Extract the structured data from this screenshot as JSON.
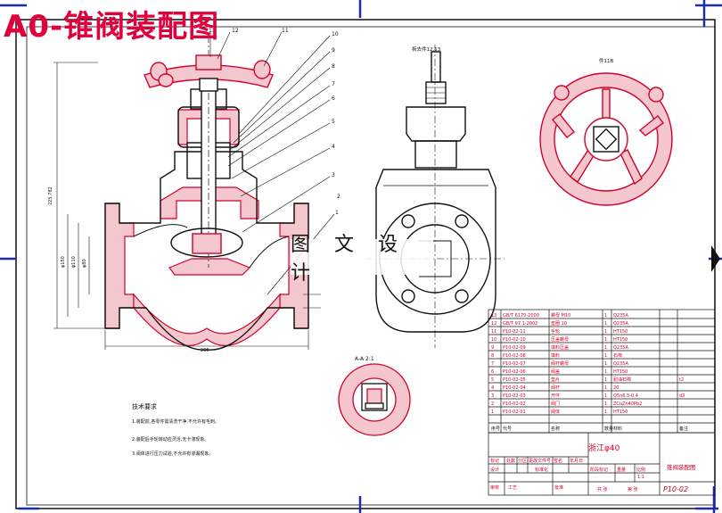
{
  "title_overlay": "A0-锥阀装配图",
  "watermark": "图 文 设 计",
  "colors": {
    "red": "#d4002a",
    "blue": "#1e2aa8",
    "magenta": "#e0003c",
    "line": "#111111"
  },
  "view_labels": {
    "top_note": "拆去件12,13",
    "handwheel_note": "件11B",
    "section_aa": "A-A 2:1"
  },
  "balloons": [
    "1",
    "2",
    "3",
    "4",
    "5",
    "6",
    "7",
    "8",
    "9",
    "10",
    "11",
    "12",
    "13"
  ],
  "dims": {
    "height_total": "225.782",
    "dia1": "φ150",
    "dia2": "φ110",
    "dia3": "φ80",
    "width_bottom": "265"
  },
  "tech_req": {
    "title": "技术要求",
    "lines": [
      "1.装配前,各零件需清洗干净,不允许有毛刺。",
      "2.装配后手轮转动应灵活,无卡滞现象。",
      "3.阀体进行压力试验,不允许有渗漏现象。"
    ]
  },
  "bom": [
    {
      "no": "13",
      "code": "GB/T 6170-2000",
      "name": "螺母 M10",
      "qty": "1",
      "mat": "Q235A",
      "note": ""
    },
    {
      "no": "12",
      "code": "GB/T 97.1-2002",
      "name": "垫圈 10",
      "qty": "1",
      "mat": "Q235A",
      "note": ""
    },
    {
      "no": "11",
      "code": "P10-02-11",
      "name": "手轮",
      "qty": "1",
      "mat": "HT150",
      "note": ""
    },
    {
      "no": "10",
      "code": "P10-02-10",
      "name": "压盖螺母",
      "qty": "1",
      "mat": "HT150",
      "note": ""
    },
    {
      "no": "9",
      "code": "P10-02-09",
      "name": "填料压盖",
      "qty": "1",
      "mat": "Q235A",
      "note": ""
    },
    {
      "no": "8",
      "code": "P10-02-08",
      "name": "填料",
      "qty": "1",
      "mat": "石棉",
      "note": ""
    },
    {
      "no": "7",
      "code": "P10-02-07",
      "name": "阀杆螺母",
      "qty": "1",
      "mat": "Q235A",
      "note": ""
    },
    {
      "no": "6",
      "code": "P10-02-06",
      "name": "阀盖",
      "qty": "1",
      "mat": "HT150",
      "note": ""
    },
    {
      "no": "5",
      "code": "P10-02-05",
      "name": "垫片",
      "qty": "1",
      "mat": "耐油石棉",
      "note": "t2"
    },
    {
      "no": "4",
      "code": "P10-02-04",
      "name": "阀杆",
      "qty": "1",
      "mat": "20",
      "note": ""
    },
    {
      "no": "3",
      "code": "P10-02-03",
      "name": "开环",
      "qty": "1",
      "mat": "Q5n6.5-0.4",
      "note": "d3"
    },
    {
      "no": "2",
      "code": "P10-02-02",
      "name": "阀门",
      "qty": "1",
      "mat": "ZCuZn40Pb2",
      "note": ""
    },
    {
      "no": "1",
      "code": "P10-02-01",
      "name": "阀体",
      "qty": "1",
      "mat": "HT150",
      "note": ""
    }
  ],
  "bom_header": {
    "no": "序号",
    "code": "代号",
    "name": "名称",
    "qty": "数量",
    "mat": "材料",
    "note": "备注"
  },
  "title_block": {
    "school": "浙江φ40",
    "drawing_name": "锥阀装配图",
    "drawing_no": "P10-02",
    "scale": "1:1",
    "labels": [
      "标记",
      "处数",
      "分区",
      "更改文件号",
      "签名",
      "年月日"
    ],
    "row2": [
      "设计",
      "标准化",
      "阶段标记",
      "重量",
      "比例"
    ],
    "row3": [
      "审核",
      "工艺",
      "批准",
      "共 张",
      "第 张"
    ]
  }
}
